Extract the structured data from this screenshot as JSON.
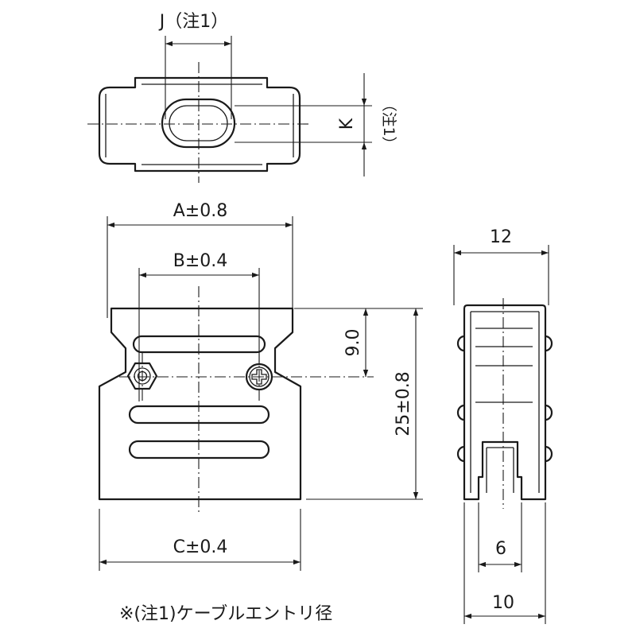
{
  "dimensions": {
    "j_label": "J（注1）",
    "k_label": "K",
    "k_note": "（注1）",
    "a_label": "A±0.8",
    "b_label": "B±0.4",
    "c_label": "C±0.4",
    "h1_label": "9.0",
    "h2_label": "25±0.8",
    "width_label": "12",
    "slot_label": "6",
    "base_label": "10"
  },
  "footnote": "※(注1)ケーブルエントリ径"
}
